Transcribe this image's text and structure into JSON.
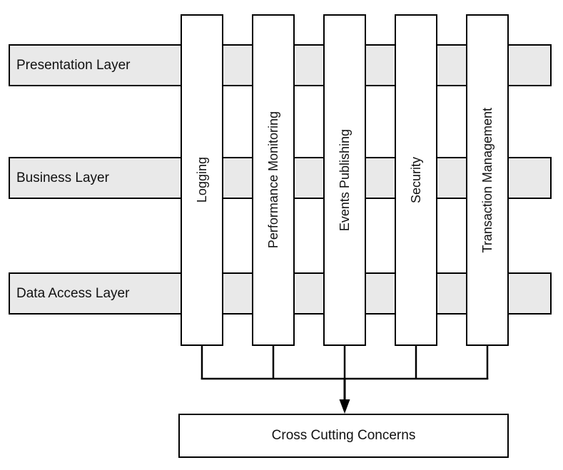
{
  "diagram": {
    "type": "layered-architecture-cross-cutting",
    "layers": [
      {
        "label": "Presentation Layer"
      },
      {
        "label": "Business Layer"
      },
      {
        "label": "Data Access Layer"
      }
    ],
    "concerns": [
      {
        "label": "Logging"
      },
      {
        "label": "Performance Monitoring"
      },
      {
        "label": "Events Publishing"
      },
      {
        "label": "Security"
      },
      {
        "label": "Transaction Management"
      }
    ],
    "target_box": {
      "label": "Cross Cutting Concerns"
    },
    "colors": {
      "layer_fill": "#e9e9e9",
      "concern_fill": "#ffffff",
      "border": "#000000",
      "background": "#ffffff",
      "text": "#111111"
    }
  }
}
